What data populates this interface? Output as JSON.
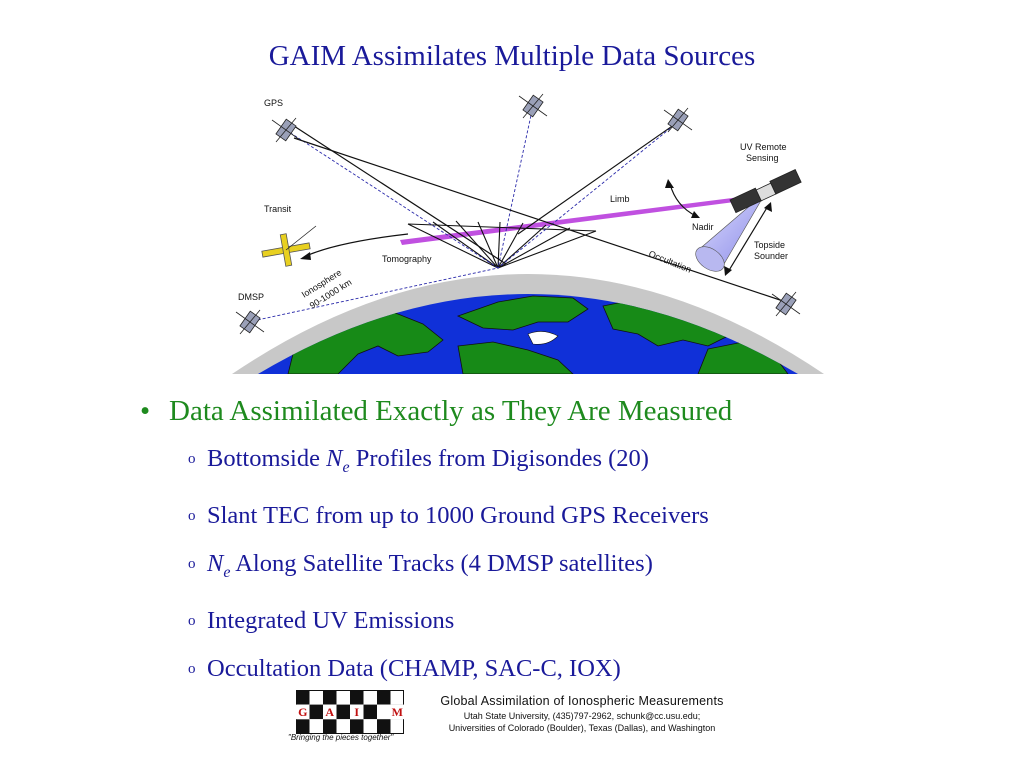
{
  "title": "GAIM Assimilates Multiple Data Sources",
  "diagram_labels": {
    "gps": "GPS",
    "uv_remote": [
      "UV Remote",
      "Sensing"
    ],
    "limb": "Limb",
    "nadir": "Nadir",
    "transit": "Transit",
    "tomography": "Tomography",
    "topside": [
      "Topside",
      "Sounder"
    ],
    "occultation": "Occultation",
    "ionosphere": [
      "Ionosphere",
      "90-1000 km"
    ],
    "dmsp": "DMSP"
  },
  "colors": {
    "title": "#1a1a9a",
    "main_bullet": "#1e8a1e",
    "sub_bullets": "#1a1a9a",
    "ocean": "#1030d8",
    "land": "#178a17",
    "shell": "#c8c8c8",
    "limb_beam": "#c050e0"
  },
  "main_bullet": "Data Assimilated Exactly as They Are Measured",
  "bullet_marker": "•",
  "sub_marker": "o",
  "sub_bullets": [
    {
      "pre": "Bottomside ",
      "var": "N",
      "subscript": "e",
      "post": " Profiles from Digisondes (20)"
    },
    {
      "pre": "Slant TEC from up to 1000 Ground GPS Receivers",
      "var": "",
      "subscript": "",
      "post": ""
    },
    {
      "pre": "",
      "var": "N",
      "subscript": "e",
      "post": " Along Satellite Tracks (4 DMSP satellites)"
    },
    {
      "pre": "Integrated UV Emissions",
      "var": "",
      "subscript": "",
      "post": ""
    },
    {
      "pre": "Occultation Data (CHAMP, SAC-C, IOX)",
      "var": "",
      "subscript": "",
      "post": ""
    }
  ],
  "footer": {
    "logo_letters": [
      "G",
      "A",
      "I",
      "M"
    ],
    "slogan": "\"Bringing the pieces together\"",
    "line1": "Global Assimilation of Ionospheric Measurements",
    "line2": "Utah State University, (435)797-2962, schunk@cc.usu.edu;",
    "line3": "Universities of Colorado (Boulder), Texas (Dallas), and Washington"
  }
}
